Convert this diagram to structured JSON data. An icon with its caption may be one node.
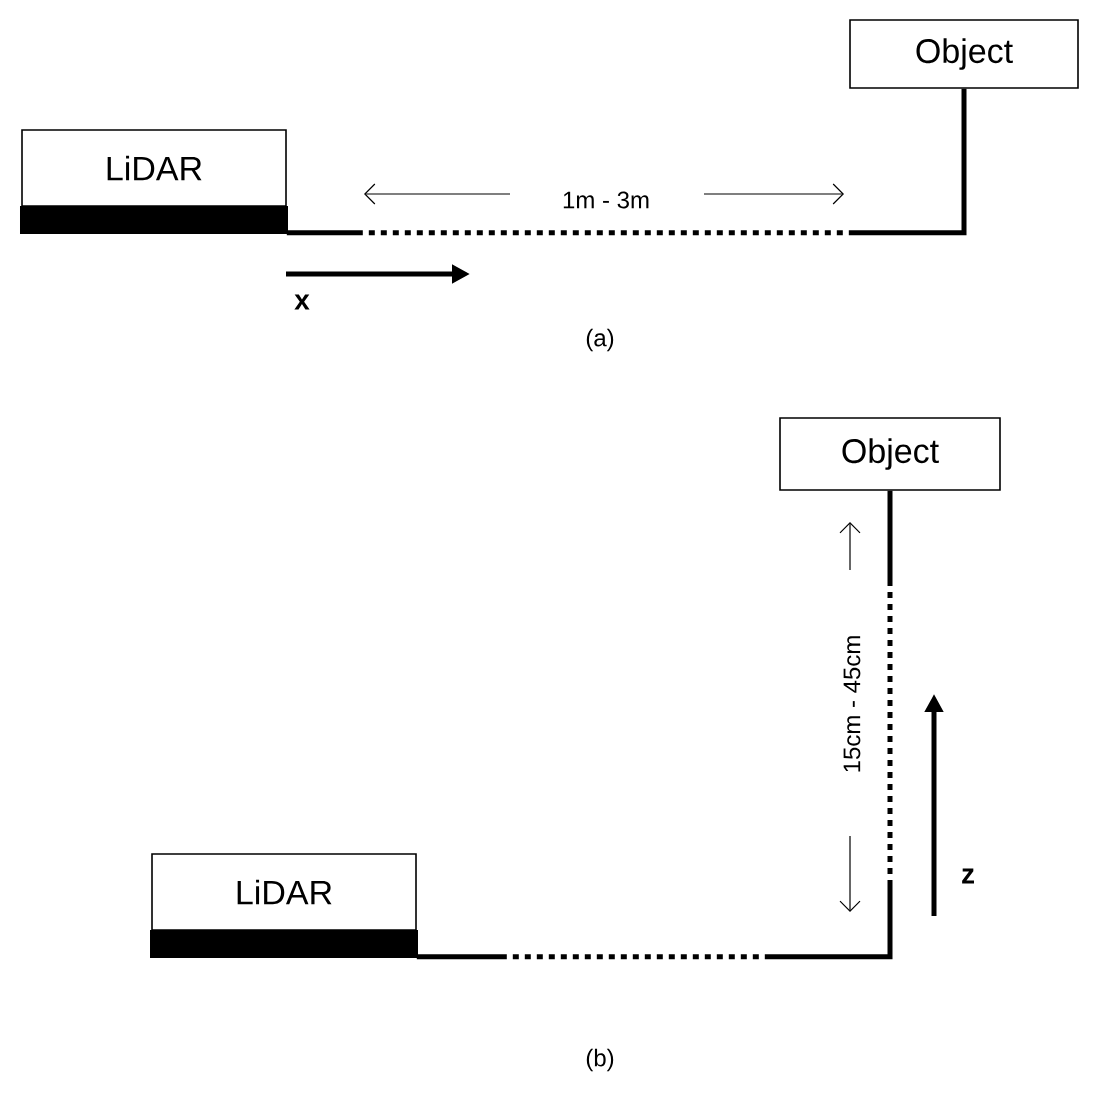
{
  "diagram": {
    "nodes": [
      {
        "text": [
          "LiDAR"
        ]
      },
      {
        "text": [
          "Object"
        ]
      },
      {
        "text": [
          "LiDAR"
        ]
      },
      {
        "text": [
          "Object"
        ]
      }
    ],
    "edges": [
      {
        "from": 0,
        "to": 1,
        "arrow": "none",
        "style": "dashed"
      },
      {
        "from": 2,
        "to": 3,
        "arrow": "none",
        "style": "dashed"
      }
    ],
    "labels": [
      "1m - 3m",
      "x",
      "(a)",
      "15cm - 45cm",
      "z",
      "(b)"
    ]
  }
}
